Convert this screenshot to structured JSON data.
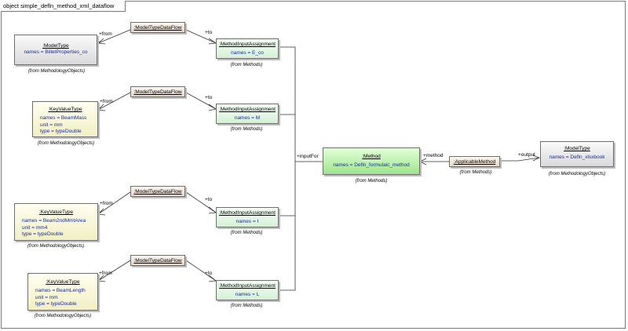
{
  "diagram": {
    "tab_label": "object simple_defln_method_xml_dataflow",
    "model_types": [
      {
        "title": ":ModelType",
        "names": "names = BilletProperties_co",
        "caption": "(from MethodologyObjects)"
      },
      {
        "title": ":ModelType",
        "names": "names = Defln_xlsxbook",
        "caption": "(from MethodologyObjects)"
      }
    ],
    "key_value_types": [
      {
        "title": ":KeyValueType",
        "names": "names = BeamMass",
        "unit": "unit = mm",
        "type": "type = typeDouble",
        "caption": "(from MethodologyObjects)"
      },
      {
        "title": ":KeyValueType",
        "names": "names = Beam2ndMmtArea",
        "unit": "unit = mm4",
        "type": "type = typeDouble",
        "caption": "(from MethodologyObjects)"
      },
      {
        "title": ":KeyValueType",
        "names": "names = BeamLength",
        "unit": "unit = mm",
        "type": "type = typeDouble",
        "caption": "(from MethodologyObjects)"
      }
    ],
    "dataflows": [
      {
        "title": ":ModelTypeDataFlow"
      },
      {
        "title": ":ModelTypeDataFlow"
      },
      {
        "title": ":ModelTypeDataFlow"
      },
      {
        "title": ":ModelTypeDataFlow"
      }
    ],
    "input_assignments": [
      {
        "title": ":MethodInputAssignment",
        "names": "names = E_co",
        "caption": "(from Methods)"
      },
      {
        "title": ":MethodInputAssignment",
        "names": "names = M",
        "caption": "(from Methods)"
      },
      {
        "title": ":MethodInputAssignment",
        "names": "names = I",
        "caption": "(from Methods)"
      },
      {
        "title": ":MethodInputAssignment",
        "names": "names = L",
        "caption": "(from Methods)"
      }
    ],
    "method": {
      "title": ":Method",
      "names": "names = Defln_formulaic_method",
      "caption": "(from Methods)"
    },
    "applicable_method": {
      "title": ":ApplicableMethod",
      "caption": "(from Methods)"
    },
    "edge_labels": {
      "from": "+from",
      "to": "+to",
      "input_for": "+inputFor",
      "method": "+method",
      "output": "+output"
    }
  }
}
